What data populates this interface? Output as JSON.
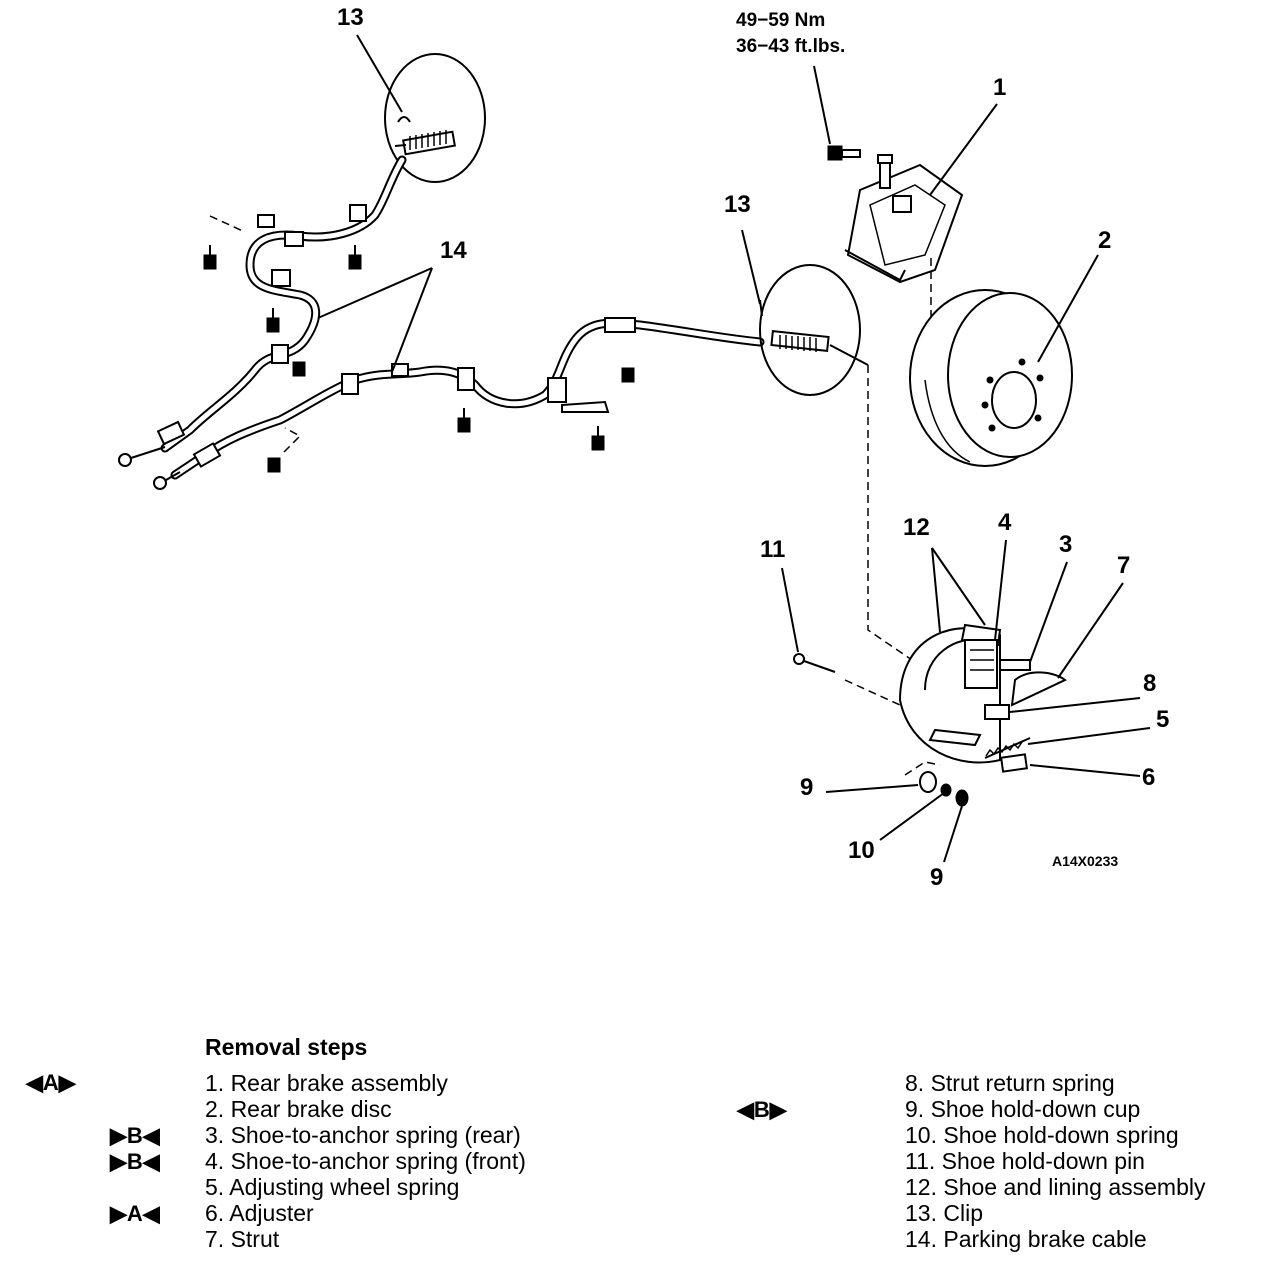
{
  "diagram": {
    "callouts": {
      "c13_left": "13",
      "c13_right": "13",
      "c14": "14",
      "c1": "1",
      "c2": "2",
      "c12": "12",
      "c4": "4",
      "c3": "3",
      "c7": "7",
      "c8": "8",
      "c5": "5",
      "c6": "6",
      "c11": "11",
      "c9_a": "9",
      "c10": "10",
      "c9_b": "9"
    },
    "torque_nm": "49−59 Nm",
    "torque_ftlbs": "36−43 ft.lbs.",
    "figure_code": "A14X0233"
  },
  "removal": {
    "title": "Removal steps",
    "marks": {
      "step1": "◀A▶",
      "step3": "▶B◀",
      "step4": "▶B◀",
      "step6": "▶A◀",
      "step9": "◀B▶"
    },
    "steps": [
      "1. Rear brake assembly",
      "2. Rear brake disc",
      "3. Shoe-to-anchor spring (rear)",
      "4. Shoe-to-anchor spring (front)",
      "5. Adjusting wheel spring",
      "6. Adjuster",
      "7. Strut",
      "8. Strut return spring",
      "9. Shoe hold-down cup",
      "10. Shoe hold-down spring",
      "11. Shoe hold-down pin",
      "12. Shoe and lining assembly",
      "13. Clip",
      "14. Parking brake cable"
    ]
  }
}
